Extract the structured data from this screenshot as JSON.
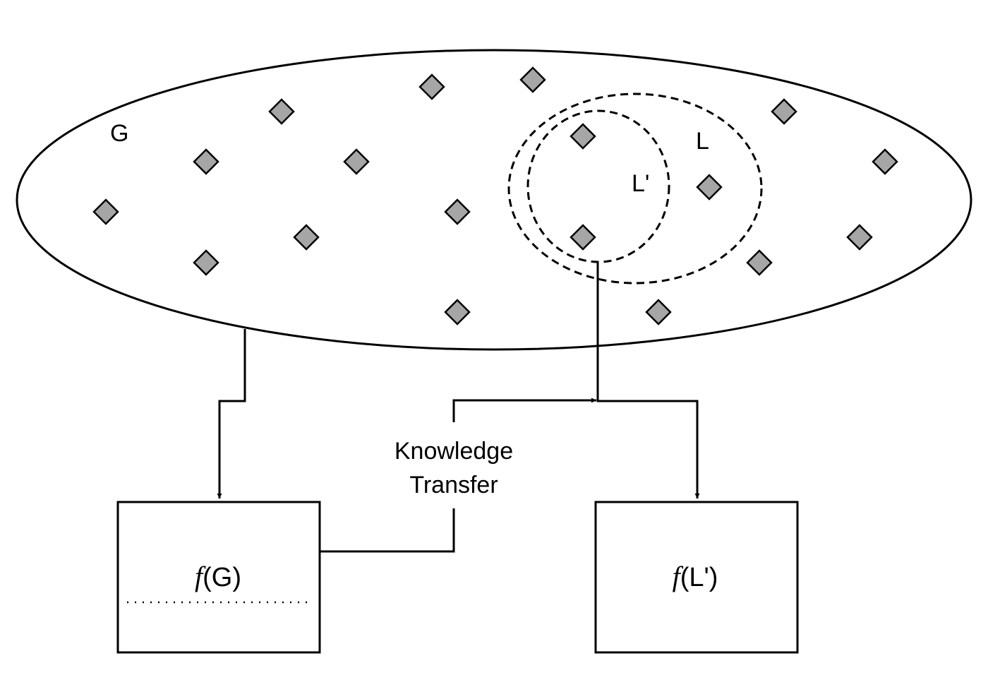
{
  "diagram": {
    "global_label": "G",
    "local_outer_label": "L",
    "local_inner_label": "L'",
    "transfer_label_line1": "Knowledge",
    "transfer_label_line2": "Transfer",
    "global_model": {
      "func": "f",
      "arg": "(G)"
    },
    "local_model": {
      "func": "f",
      "arg": "(L')"
    },
    "colors": {
      "stroke": "#000000",
      "diamond_fill": "#a6a6a6",
      "background": "#ffffff"
    },
    "icons": {
      "data_point": "diamond-icon",
      "arrow_head": "arrow-head-icon"
    }
  }
}
